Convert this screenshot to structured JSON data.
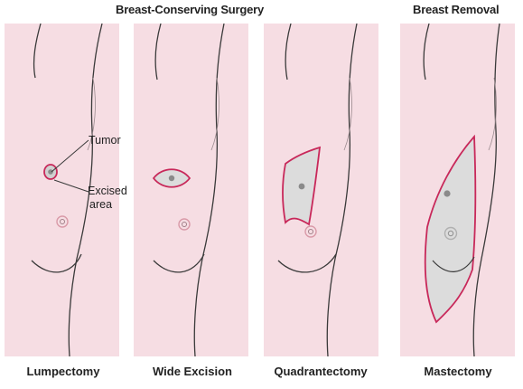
{
  "headers": {
    "conserving": "Breast-Conserving Surgery",
    "removal": "Breast Removal"
  },
  "labels": {
    "tumor": "Tumor",
    "excised_line1": "Excised",
    "excised_line2": "area"
  },
  "captions": [
    "Lumpectomy",
    "Wide Excision",
    "Quadrantectomy",
    "Mastectomy"
  ],
  "colors": {
    "skin": "#f6dde3",
    "outline": "#3a3a3a",
    "excision": "#c8285a",
    "excised_fill": "#dcdcdc",
    "nipple": "#d99aa8"
  }
}
